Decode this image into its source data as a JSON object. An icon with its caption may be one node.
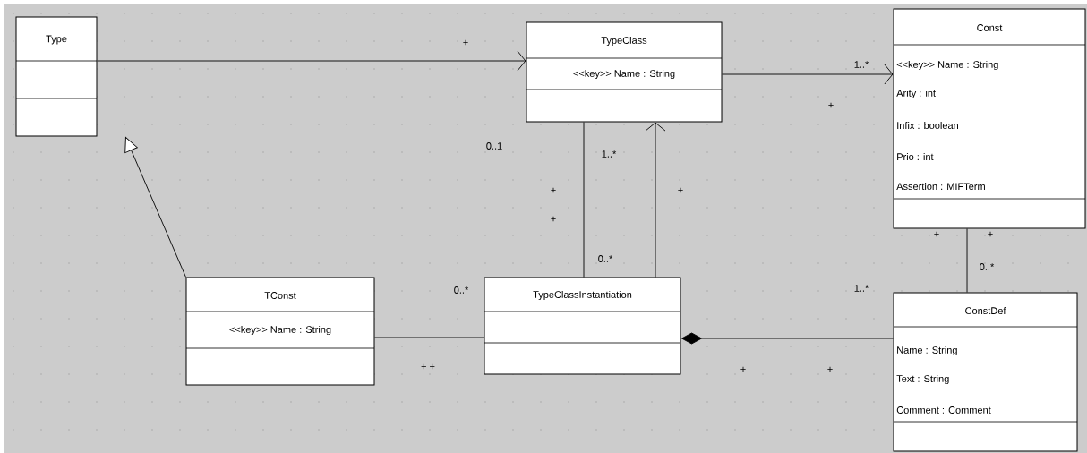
{
  "diagram": {
    "nodes": [
      {
        "text": [
          "Type"
        ]
      },
      {
        "text": [
          "TypeClass",
          "<<key>> Name : String"
        ]
      },
      {
        "text": [
          "Const",
          "<<key>> Name : String",
          "Arity : int",
          "Infix : boolean",
          "Prio : int",
          "Assertion : MIFTerm"
        ]
      },
      {
        "text": [
          "TConst",
          "<<key>> Name : String"
        ]
      },
      {
        "text": [
          "TypeClassInstantiation"
        ]
      },
      {
        "text": [
          "ConstDef",
          "Name : String",
          "Text : String",
          "Comment : Comment"
        ]
      }
    ],
    "edges": [
      {
        "from": 0,
        "to": 1,
        "arrow": "to"
      },
      {
        "from": 1,
        "to": 2,
        "arrow": "to"
      },
      {
        "from": 3,
        "to": 0,
        "arrow": "to"
      },
      {
        "from": 4,
        "to": 1,
        "arrow": "none"
      },
      {
        "from": 4,
        "to": 1,
        "arrow": "to"
      },
      {
        "from": 3,
        "to": 4,
        "arrow": "none"
      },
      {
        "from": 5,
        "to": 4,
        "arrow": "other"
      },
      {
        "from": 2,
        "to": 5,
        "arrow": "none"
      }
    ],
    "labels": [
      "+",
      "1..*",
      "0..1",
      "+",
      "1..*",
      "+",
      "+",
      "+",
      "+",
      "+",
      "0..*",
      "0..*",
      "0..*",
      "1..*",
      "+ +",
      "+",
      "+"
    ]
  }
}
